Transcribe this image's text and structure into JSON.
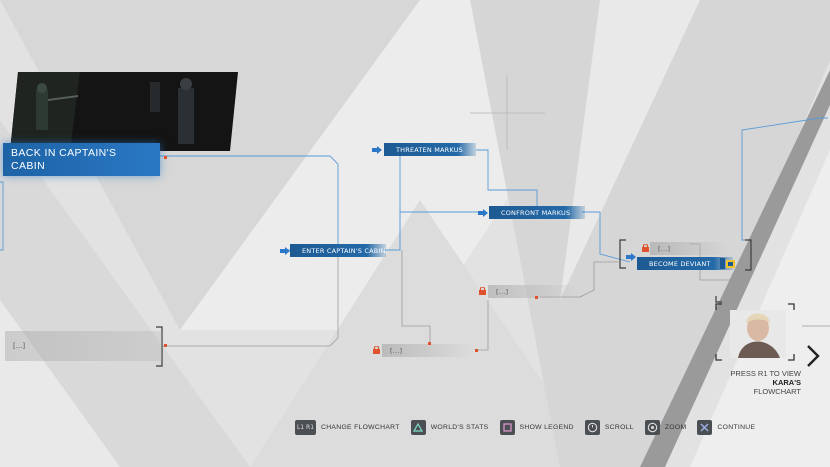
{
  "chapter": {
    "title": "BACK IN CAPTAIN'S CABIN"
  },
  "nodes": {
    "threaten": "THREATEN MARKUS",
    "confront": "CONFRONT MARKUS",
    "enter": "ENTER CAPTAIN'S CABIN",
    "deviant": "BECOME DEVIANT",
    "unknown_left": "[...]",
    "unknown_mid": "[...]",
    "unknown_low": "[...]",
    "unknown_right": "[...]"
  },
  "side": {
    "press": "PRESS R1 TO VIEW",
    "name": "KARA'S",
    "label": "FLOWCHART"
  },
  "hud": [
    {
      "icon": "L1 R1",
      "label": "CHANGE FLOWCHART"
    },
    {
      "icon": "",
      "label": "WORLD'S STATS"
    },
    {
      "icon": "",
      "label": "SHOW LEGEND"
    },
    {
      "icon": "",
      "label": "SCROLL"
    },
    {
      "icon": "",
      "label": "ZOOM"
    },
    {
      "icon": "",
      "label": "CONTINUE"
    }
  ],
  "colors": {
    "accent_blue": "#246aa8",
    "lock_red": "#e0522e"
  }
}
